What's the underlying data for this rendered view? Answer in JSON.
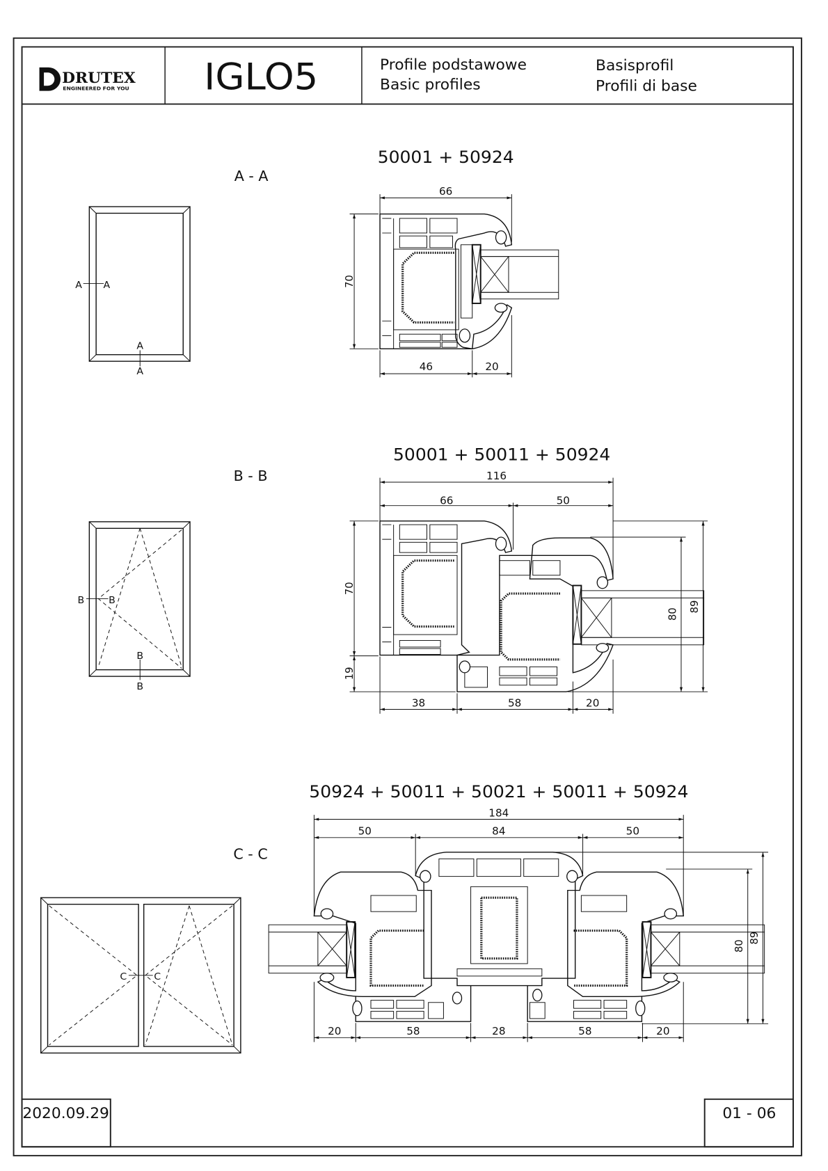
{
  "header": {
    "logo_brand": "DRUTEX",
    "logo_tagline": "ENGINEERED FOR YOU",
    "system_name": "IGLO5",
    "title_pl": "Profile podstawowe",
    "title_en": "Basic profiles",
    "title_de": "Basisprofil",
    "title_it": "Profili di base"
  },
  "sections": [
    {
      "section_label": "A - A",
      "profiles": "50001 + 50924",
      "marker": "A",
      "dims": {
        "total_width": "66",
        "height": "70",
        "frame": "46",
        "sash": "20"
      }
    },
    {
      "section_label": "B - B",
      "profiles": "50001 + 50011 + 50924",
      "marker": "B",
      "dims": {
        "total_width": "116",
        "frame_top": "66",
        "sash_top": "50",
        "height": "70",
        "step": "19",
        "right_80": "80",
        "right_89": "89",
        "frame": "38",
        "sash": "58",
        "bead": "20"
      }
    },
    {
      "section_label": "C - C",
      "profiles": "50924 + 50011 + 50021 + 50011 + 50924",
      "marker": "C",
      "dims": {
        "total_width": "184",
        "left": "50",
        "mid": "84",
        "right": "50",
        "b1": "20",
        "b2": "58",
        "b3": "28",
        "b4": "58",
        "b5": "20",
        "right_80": "80",
        "right_89": "89"
      }
    }
  ],
  "footer": {
    "date": "2020.09.29",
    "page": "01 - 06"
  }
}
